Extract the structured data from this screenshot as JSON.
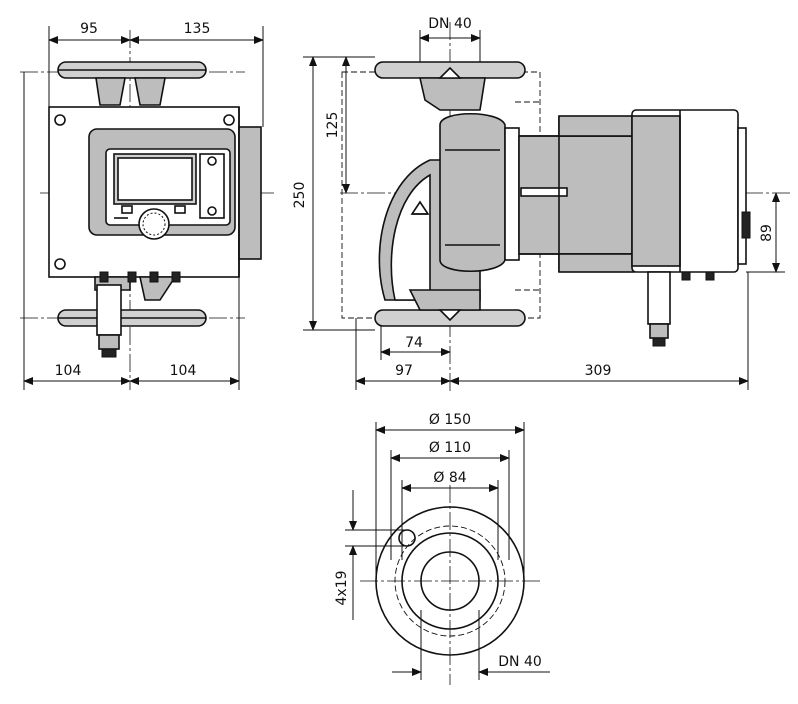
{
  "dimensions": {
    "top_left_width": "95",
    "top_right_width": "135",
    "dn_top": "DN 40",
    "height_total": "250",
    "height_half": "125",
    "motor_offset": "89",
    "bottom_left_half": "104",
    "bottom_right_half": "104",
    "flange_offset": "74",
    "pipe_half": "97",
    "motor_length": "309",
    "dia_outer": "Ø 150",
    "dia_bolt": "Ø 110",
    "dia_inner": "Ø 84",
    "bolt_holes": "4x19",
    "dn_bottom": "DN 40"
  },
  "icons": {
    "arrow": "flow-direction-arrow-icon"
  }
}
